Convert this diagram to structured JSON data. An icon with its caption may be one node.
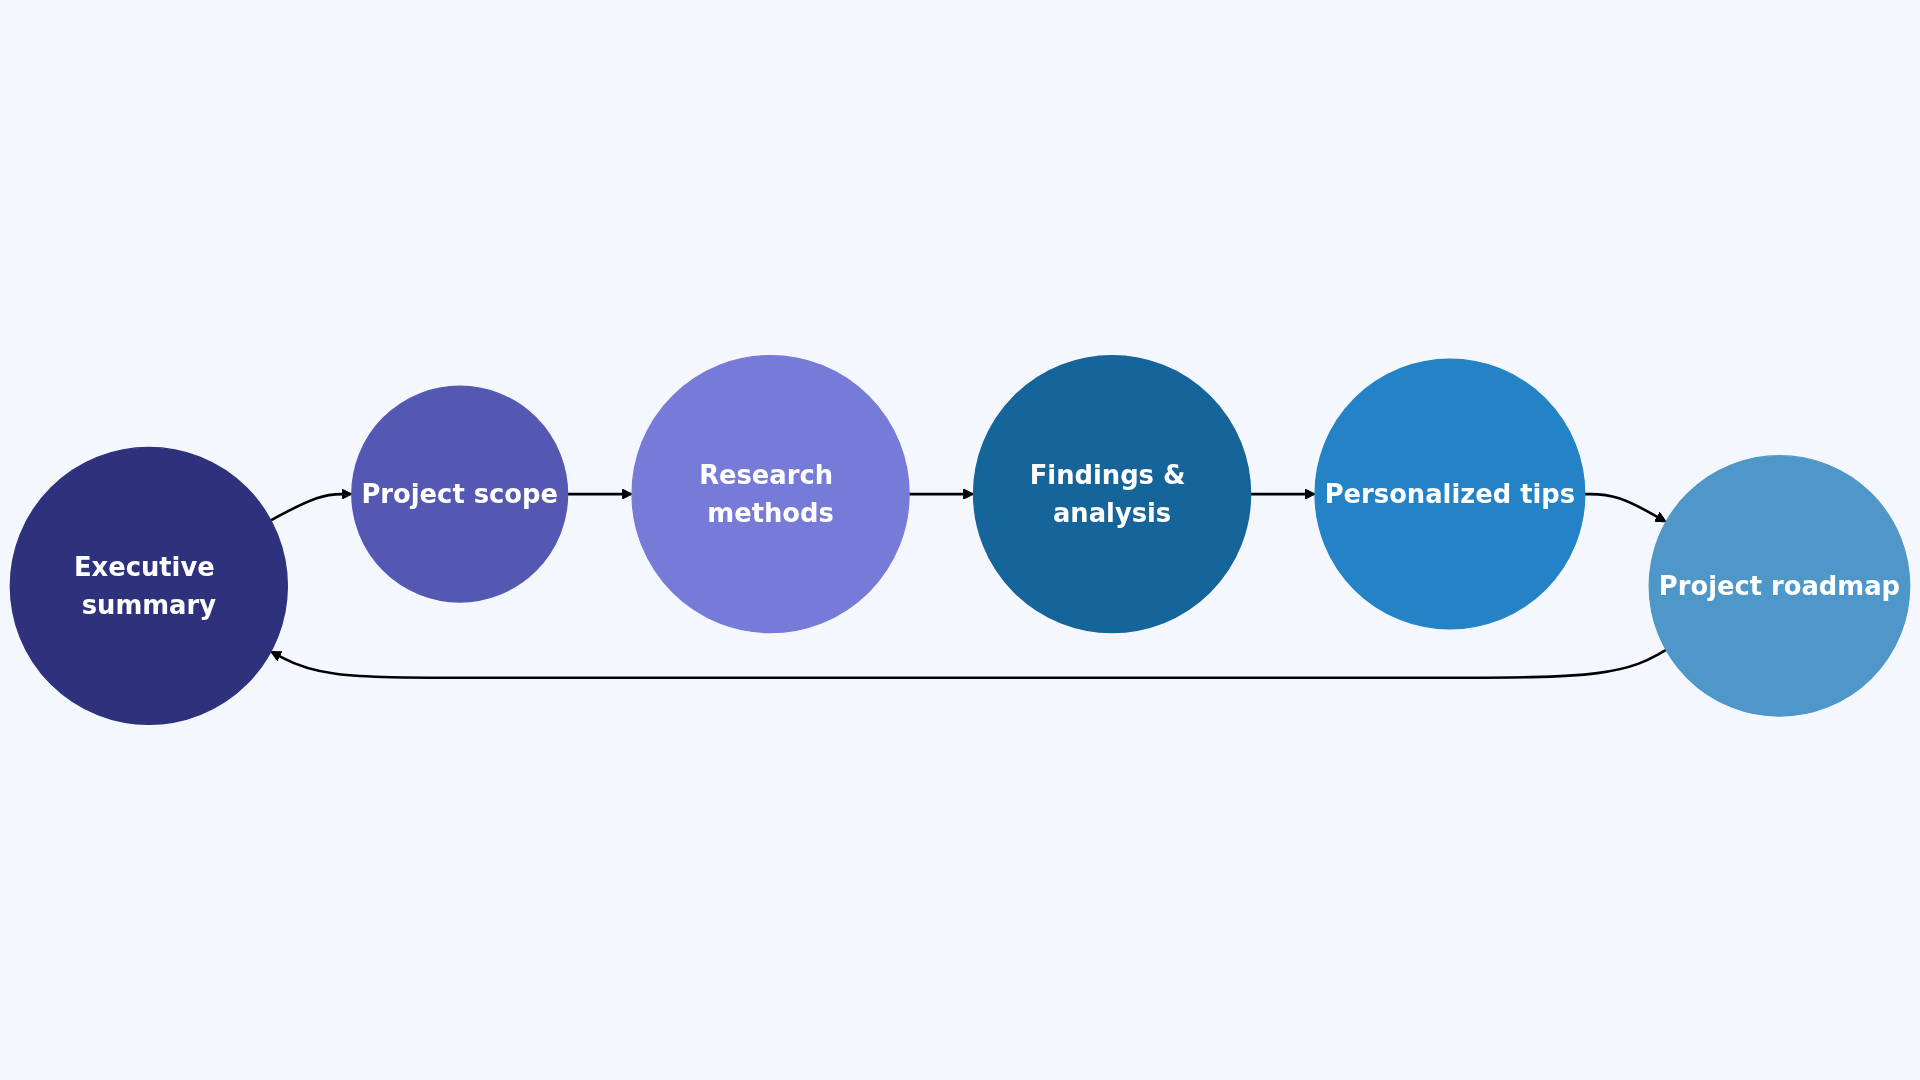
{
  "diagram": {
    "nodes": [
      {
        "text": [
          "Executive summary"
        ]
      },
      {
        "text": [
          "Project scope"
        ]
      },
      {
        "text": [
          "Research methods"
        ]
      },
      {
        "text": [
          "Findings & analysis"
        ]
      },
      {
        "text": [
          "Personalized tips"
        ]
      },
      {
        "text": [
          "Project roadmap"
        ]
      }
    ],
    "edges": [
      {
        "from": 0,
        "to": 1,
        "arrow": "to"
      },
      {
        "from": 1,
        "to": 2,
        "arrow": "to"
      },
      {
        "from": 2,
        "to": 3,
        "arrow": "to"
      },
      {
        "from": 3,
        "to": 4,
        "arrow": "to"
      },
      {
        "from": 4,
        "to": 5,
        "arrow": "to"
      },
      {
        "from": 5,
        "to": 0,
        "arrow": "to"
      }
    ]
  }
}
